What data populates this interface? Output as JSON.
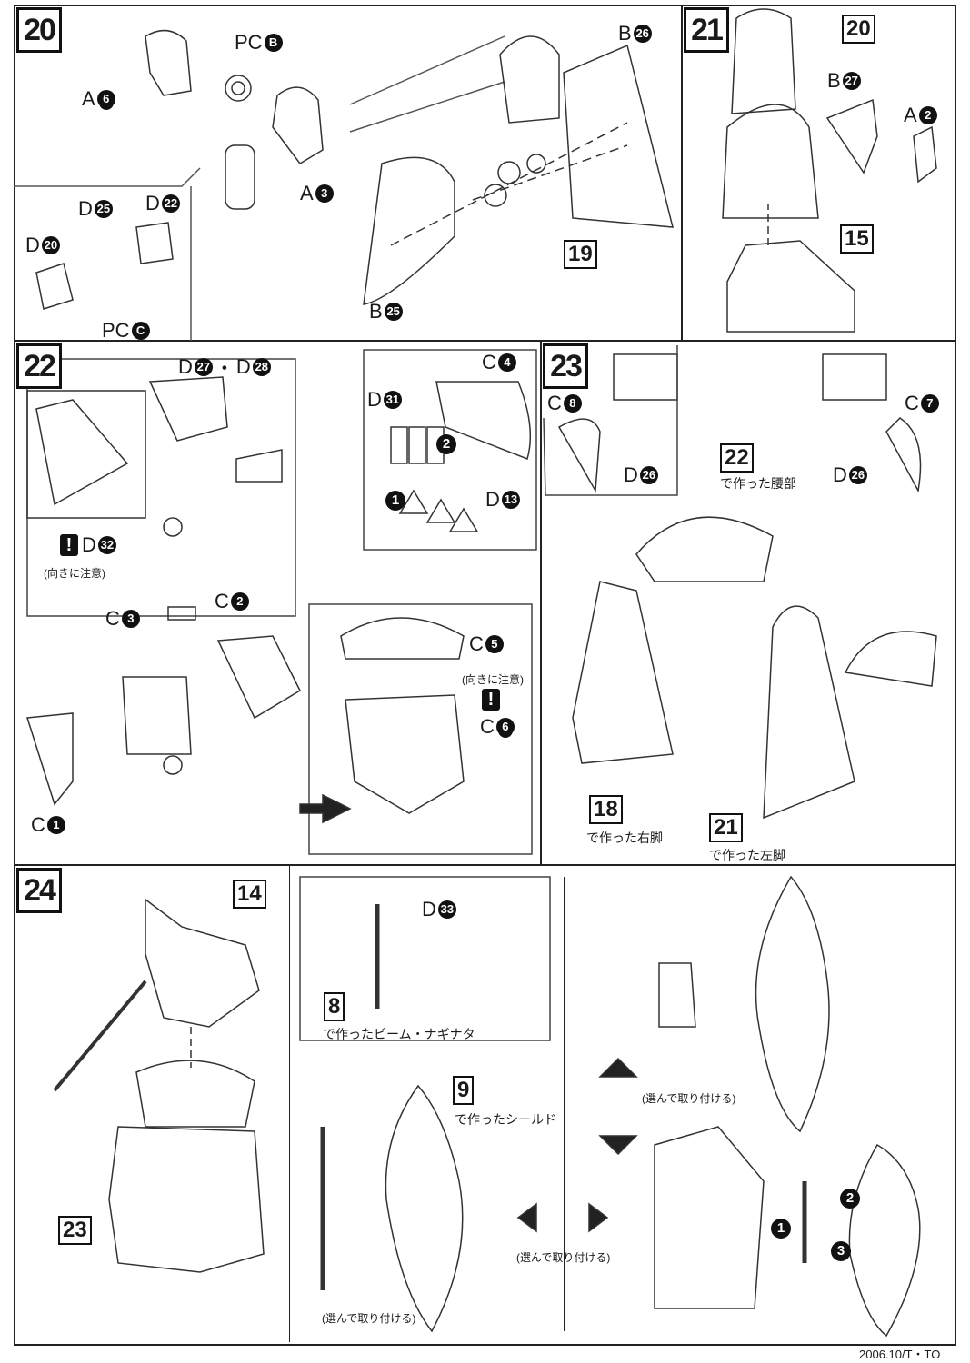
{
  "steps": {
    "s20": "20",
    "s21": "21",
    "s22": "22",
    "s23": "23",
    "s24": "24"
  },
  "step20": {
    "pc_b": {
      "text": "PC",
      "num": "B"
    },
    "a6": {
      "text": "A",
      "num": "6"
    },
    "a3": {
      "text": "A",
      "num": "3"
    },
    "d25": {
      "text": "D",
      "num": "25"
    },
    "d22": {
      "text": "D",
      "num": "22"
    },
    "d20": {
      "text": "D",
      "num": "20"
    },
    "pc_c": {
      "text": "PC",
      "num": "C"
    },
    "b26": {
      "text": "B",
      "num": "26"
    },
    "b25": {
      "text": "B",
      "num": "25"
    },
    "ref19": "19"
  },
  "step21": {
    "ref20": "20",
    "b27": {
      "text": "B",
      "num": "27"
    },
    "a2": {
      "text": "A",
      "num": "2"
    },
    "ref15": "15"
  },
  "step22": {
    "d27_d28": {
      "text1": "D",
      "num1": "27",
      "sep": "・",
      "text2": "D",
      "num2": "28"
    },
    "d32": {
      "text": "D",
      "num": "32"
    },
    "caution": "(向きに注意)",
    "warn_mark": "!",
    "c3": {
      "text": "C",
      "num": "3"
    },
    "c2": {
      "text": "C",
      "num": "2"
    },
    "c1": {
      "text": "C",
      "num": "1"
    },
    "d31": {
      "text": "D",
      "num": "31"
    },
    "c4": {
      "text": "C",
      "num": "4"
    },
    "d13": {
      "text": "D",
      "num": "13"
    },
    "order1": "1",
    "order2": "2",
    "c5": {
      "text": "C",
      "num": "5"
    },
    "caution2": "(向きに注意)",
    "c6": {
      "text": "C",
      "num": "6"
    }
  },
  "step23": {
    "c8": {
      "text": "C",
      "num": "8"
    },
    "d26a": {
      "text": "D",
      "num": "26"
    },
    "c7": {
      "text": "C",
      "num": "7"
    },
    "d26b": {
      "text": "D",
      "num": "26"
    },
    "ref22": "22",
    "cap22": "で作った腰部",
    "ref18": "18",
    "cap18": "で作った右脚",
    "ref21": "21",
    "cap21": "で作った左脚"
  },
  "step24": {
    "ref14": "14",
    "ref23": "23",
    "d33": {
      "text": "D",
      "num": "33"
    },
    "ref8": "8",
    "cap8": "で作ったビーム・ナギナタ",
    "ref9": "9",
    "cap9": "で作ったシールド",
    "choose1": "(選んで取り付ける)",
    "choose2": "(選んで取り付ける)",
    "choose3": "(選んで取り付ける)",
    "order1": "1",
    "order2": "2",
    "order3": "3"
  },
  "footer": "2006.10/T・TO"
}
